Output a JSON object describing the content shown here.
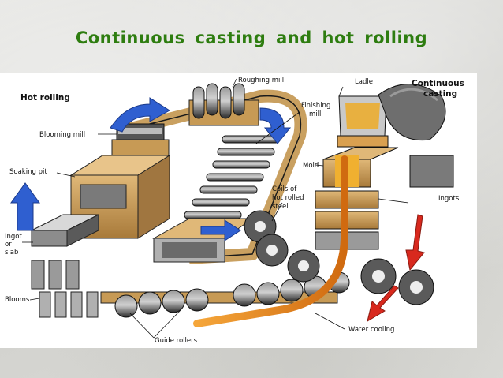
{
  "slide": {
    "title": "Continuous casting and hot rolling"
  },
  "diagram": {
    "section_labels": {
      "hot_rolling": "Hot rolling",
      "continuous_casting_1": "Continuous",
      "continuous_casting_2": "casting"
    },
    "labels": {
      "roughing_mill": "Roughing mill",
      "ladle": "Ladle",
      "finishing_mill_1": "Finishing",
      "finishing_mill_2": "mill",
      "blooming_mill": "Blooming mill",
      "soaking_pit": "Soaking pit",
      "mold": "Mold",
      "coils_1": "Coils of",
      "coils_2": "hot rolled",
      "coils_3": "steel",
      "ingots": "Ingots",
      "ingot_1": "Ingot",
      "ingot_2": "or",
      "ingot_3": "slab",
      "blooms": "Blooms",
      "guide_rollers": "Guide rollers",
      "water_cooling": "Water cooling"
    },
    "colors": {
      "title_green": "#2e7d10",
      "arrow_blue": "#2f5fd0",
      "arrow_red": "#d8291e",
      "steel_orange": "#e8891e",
      "tan": "#c79a55",
      "dark": "#1a1a1a",
      "gray": "#8a8a8a"
    }
  }
}
